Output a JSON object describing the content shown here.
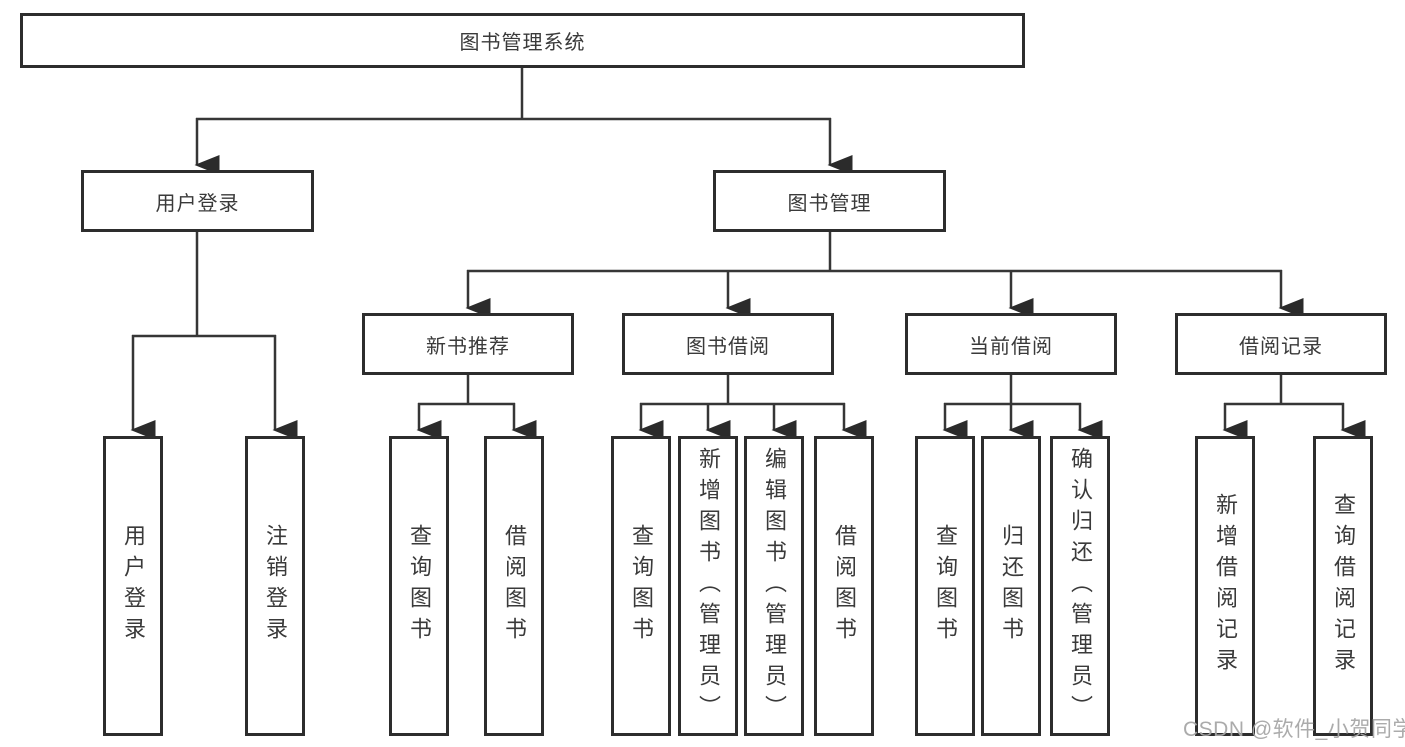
{
  "diagram": {
    "title": "图书管理系统",
    "root": {
      "label": "图书管理系统"
    },
    "level2": [
      {
        "label": "用户登录"
      },
      {
        "label": "图书管理"
      }
    ],
    "level3": [
      {
        "label": "新书推荐"
      },
      {
        "label": "图书借阅"
      },
      {
        "label": "当前借阅"
      },
      {
        "label": "借阅记录"
      }
    ],
    "leaves": [
      {
        "label": "用户登录",
        "parent": "用户登录"
      },
      {
        "label": "注销登录",
        "parent": "用户登录"
      },
      {
        "label": "查询图书",
        "parent": "新书推荐"
      },
      {
        "label": "借阅图书",
        "parent": "新书推荐"
      },
      {
        "label": "查询图书",
        "parent": "图书借阅"
      },
      {
        "label": "新增图书（管理员）",
        "parent": "图书借阅"
      },
      {
        "label": "编辑图书（管理员）",
        "parent": "图书借阅"
      },
      {
        "label": "借阅图书",
        "parent": "图书借阅"
      },
      {
        "label": "查询图书",
        "parent": "当前借阅"
      },
      {
        "label": "归还图书",
        "parent": "当前借阅"
      },
      {
        "label": "确认归还（管理员）",
        "parent": "当前借阅"
      },
      {
        "label": "新增借阅记录",
        "parent": "借阅记录"
      },
      {
        "label": "查询借阅记录",
        "parent": "借阅记录"
      }
    ]
  },
  "watermark": {
    "text": "CSDN @软件_小贺同学"
  },
  "colors": {
    "line": "#363636",
    "box_border": "#2d2d2d",
    "text": "#3a3a3a",
    "background": "#ffffff",
    "watermark": "#a6a6a6"
  }
}
